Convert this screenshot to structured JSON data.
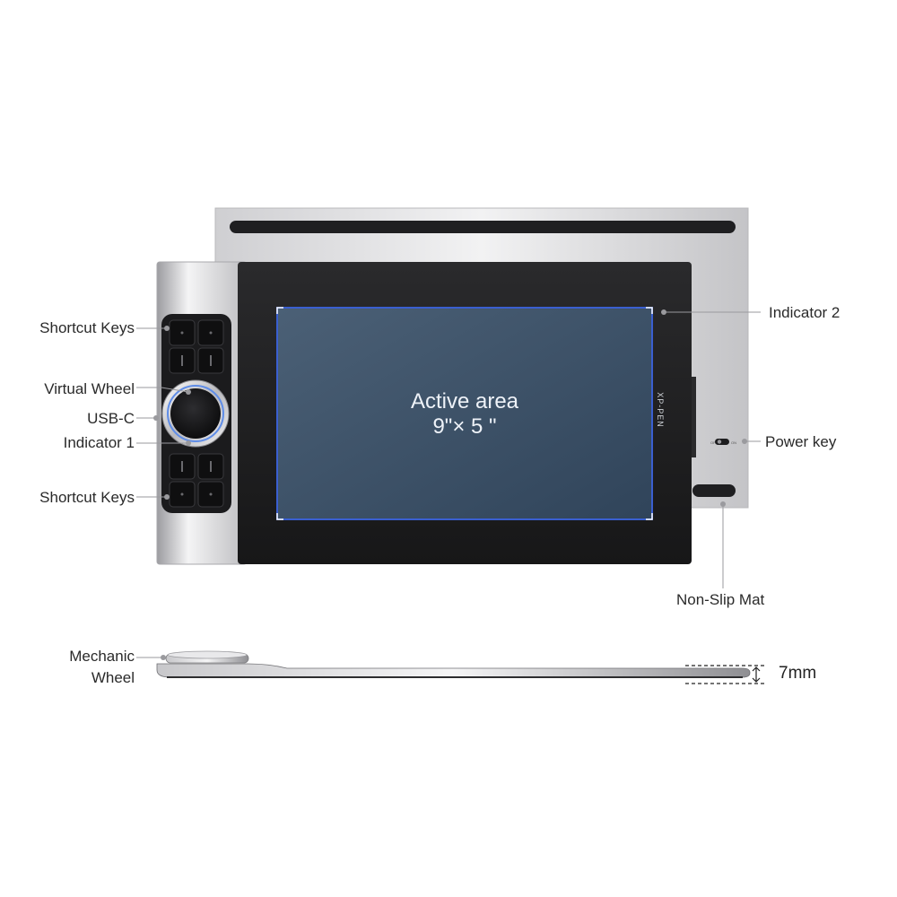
{
  "labels": {
    "shortcut_keys_top": "Shortcut Keys",
    "virtual_wheel": "Virtual Wheel",
    "usb_c": "USB-C",
    "indicator_1": "Indicator 1",
    "shortcut_keys_bottom": "Shortcut Keys",
    "indicator_2": "Indicator 2",
    "power_key": "Power key",
    "non_slip_mat": "Non-Slip Mat",
    "mechanic_wheel_line1": "Mechanic",
    "mechanic_wheel_line2": "Wheel",
    "thickness": "7mm"
  },
  "active_area": {
    "title": "Active area",
    "size": "9\"× 5 \""
  },
  "brand": "XP-PEN",
  "colors": {
    "active_area_fill": "#3f5468",
    "active_area_border": "#3a5fd0",
    "tablet_body": "#1e1e20",
    "aluminum": "#d8d8da",
    "wheel_ring": "#5f8de8"
  },
  "icons": [
    "shortcut-key-icon",
    "dial-icon",
    "power-switch-icon",
    "double-arrow-icon"
  ]
}
